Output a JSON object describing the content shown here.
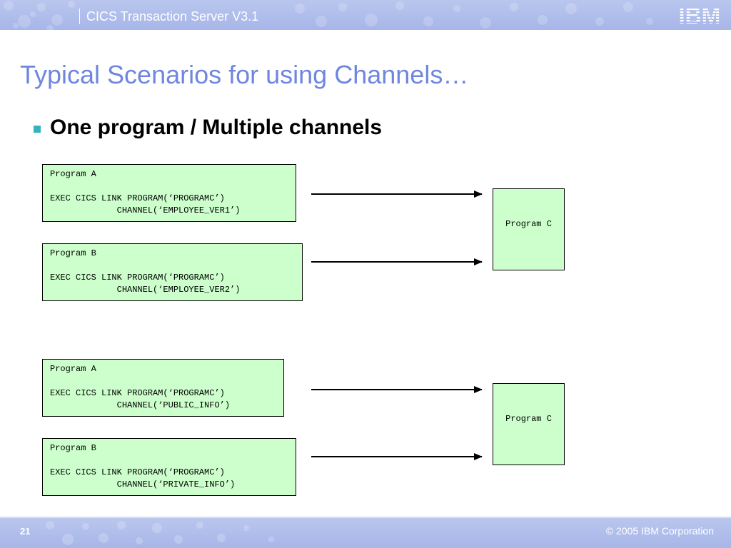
{
  "header": {
    "title": "CICS Transaction Server V3.1",
    "logo_text": "IBM"
  },
  "slide": {
    "title": "Typical Scenarios for using Channels…",
    "bullet": "One program / Multiple channels"
  },
  "diagram": {
    "group1": {
      "box_a": {
        "name": "Program A",
        "line1": "EXEC CICS LINK PROGRAM(‘PROGRAMC’)",
        "line2": "             CHANNEL(‘EMPLOYEE_VER1’)"
      },
      "box_b": {
        "name": "Program B",
        "line1": "EXEC CICS LINK PROGRAM(‘PROGRAMC’)",
        "line2": "             CHANNEL(‘EMPLOYEE_VER2’)"
      },
      "target": "Program C"
    },
    "group2": {
      "box_a": {
        "name": "Program A",
        "line1": "EXEC CICS LINK PROGRAM(‘PROGRAMC’)",
        "line2": "             CHANNEL(‘PUBLIC_INFO’)"
      },
      "box_b": {
        "name": "Program B",
        "line1": "EXEC CICS LINK PROGRAM(‘PROGRAMC’)",
        "line2": "             CHANNEL(‘PRIVATE_INFO’)"
      },
      "target": "Program C"
    }
  },
  "footer": {
    "page": "21",
    "copyright": "© 2005 IBM Corporation"
  },
  "colors": {
    "header_bg": "#a7b6e8",
    "title": "#6f86e0",
    "bullet": "#38b3bb",
    "box_fill": "#ccffcc"
  }
}
